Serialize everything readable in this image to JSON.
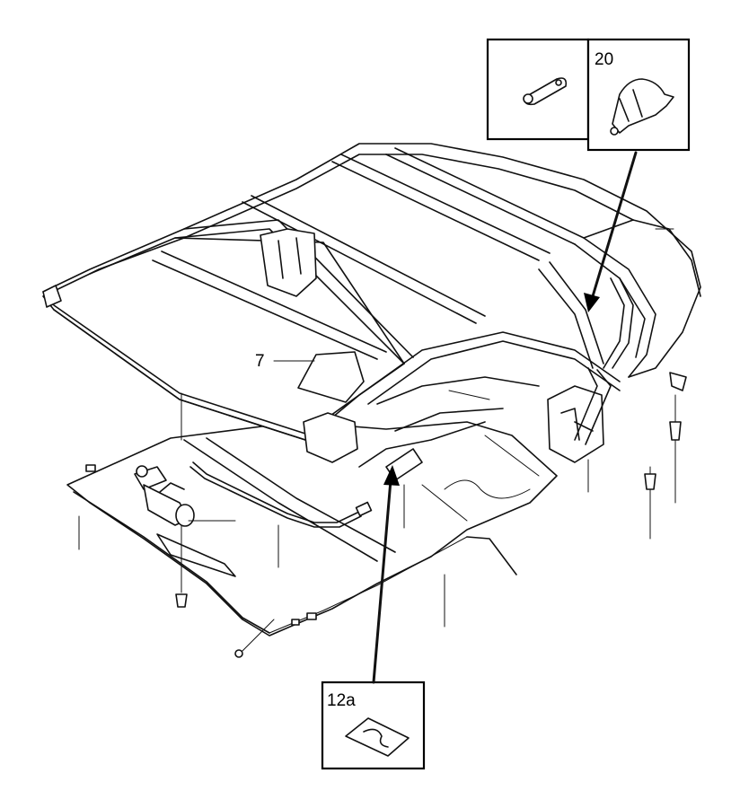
{
  "diagram": {
    "callouts": [
      {
        "id": "label-7",
        "text": "7"
      },
      {
        "id": "label-20",
        "text": "20"
      },
      {
        "id": "label-12a",
        "text": "12a"
      }
    ]
  }
}
